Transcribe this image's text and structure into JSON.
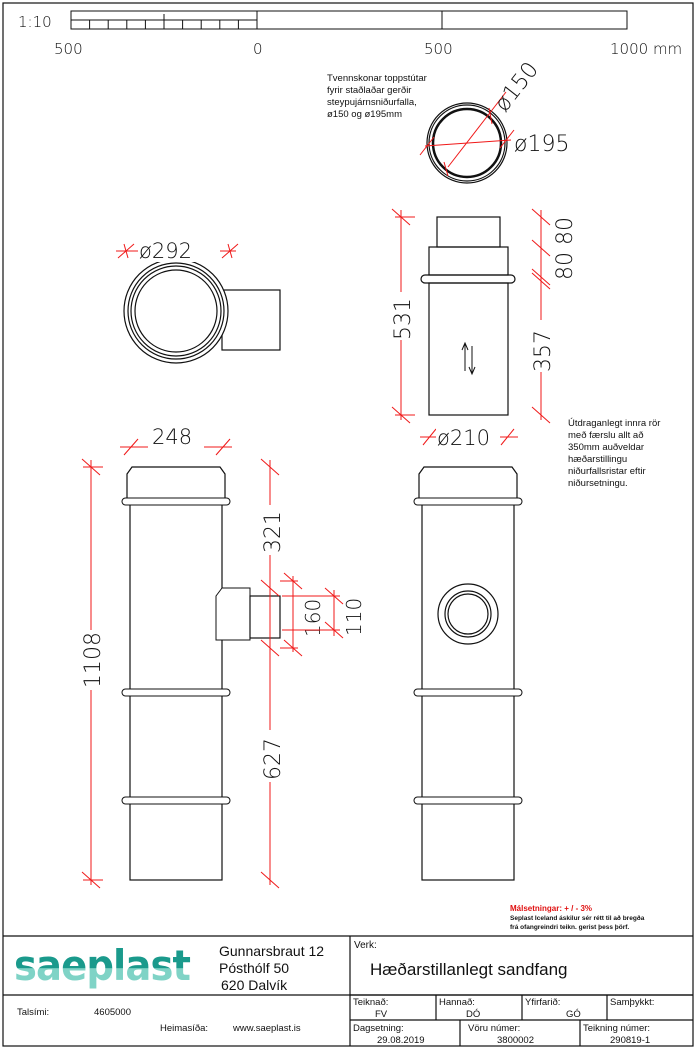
{
  "scale_bar": {
    "ratio": "1:10",
    "labels": [
      "500",
      "0",
      "500",
      "1000 mm"
    ]
  },
  "notes": {
    "top_spout": [
      "Tvennskonar toppstútar",
      "fyrir staðlaðar gerðir",
      "steypujárnsniðurfalla,",
      "ø150 og ø195mm"
    ],
    "extension": [
      "Útdraganlegt innra rör",
      "með færslu allt að",
      "350mm auðveldar",
      "hæðarstillingu",
      "niðurfallsristar eftir",
      "niðursetningu."
    ],
    "tolerance": "Málsetningar:  +  /  -    3%",
    "disclaimer": [
      "Seplast Iceland áskilur sér rétt til að bregða",
      "frá ofangreindri teikn. gerist þess þörf."
    ]
  },
  "dimensions": {
    "d150": "ø150",
    "d195": "ø195",
    "d292": "ø292",
    "h531": "531",
    "h80a": "80",
    "h80b": "80",
    "h357": "357",
    "d210": "ø210",
    "w248": "248",
    "h1108": "1108",
    "h321": "321",
    "h160": "160",
    "h110": "110",
    "h627": "627"
  },
  "colors": {
    "dimension": "#f01818",
    "logo": "#1a9a8c",
    "logo_light": "#7fd3c6"
  },
  "title_block": {
    "logo": "saeplast",
    "address": [
      "Gunnarsbraut 12",
      "Pósthólf 50",
      "620  Dalvík"
    ],
    "verk_label": "Verk:",
    "verk": "Hæðarstillanlegt sandfang",
    "phone_label": "Talsími:",
    "phone": "4605000",
    "web_label": "Heimasíða:",
    "web": "www.saeplast.is",
    "teiknad_label": "Teiknað:",
    "teiknad": "FV",
    "hannad_label": "Hannað:",
    "hannad": "DÓ",
    "yfirfarid_label": "Yfirfarið:",
    "yfirfarid": "GÓ",
    "samthykkt_label": "Samþykkt:",
    "date_label": "Dagsetning:",
    "date": "29.08.2019",
    "product_label": "Vöru númer:",
    "product": "3800002",
    "drawing_label": "Teikning númer:",
    "drawing": "290819-1"
  }
}
